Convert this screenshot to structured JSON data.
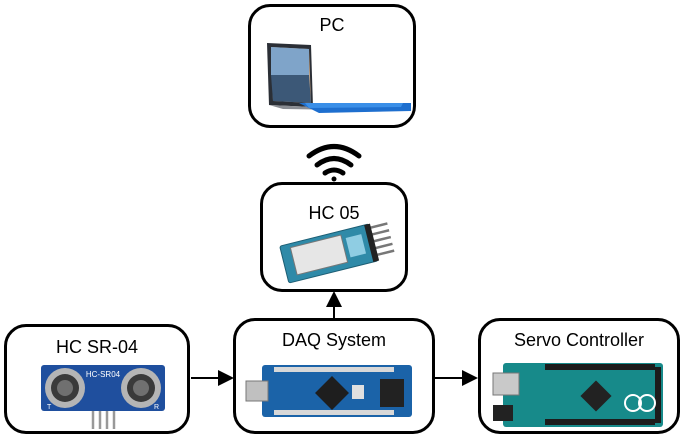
{
  "nodes": {
    "pc": {
      "label": "PC",
      "image": "laptop-tablet-icon"
    },
    "hc05": {
      "label": "HC 05",
      "image": "bluetooth-module-icon"
    },
    "hcsr04": {
      "label": "HC SR-04",
      "image": "ultrasonic-sensor-icon"
    },
    "daq": {
      "label": "DAQ System",
      "image": "arduino-nano-icon"
    },
    "servo": {
      "label": "Servo Controller",
      "image": "arduino-mega-icon"
    }
  },
  "links": {
    "wireless": {
      "from": "hc05",
      "to": "pc",
      "icon": "wifi-icon"
    },
    "daq_to_hc05": {
      "from": "daq",
      "to": "hc05",
      "style": "arrow"
    },
    "hcsr04_to_daq": {
      "from": "hcsr04",
      "to": "daq",
      "style": "arrow"
    },
    "daq_to_servo": {
      "from": "daq",
      "to": "servo",
      "style": "arrow"
    }
  },
  "sensor_text": {
    "model": "HC-SR04",
    "pin_left": "T",
    "pin_right": "R"
  }
}
